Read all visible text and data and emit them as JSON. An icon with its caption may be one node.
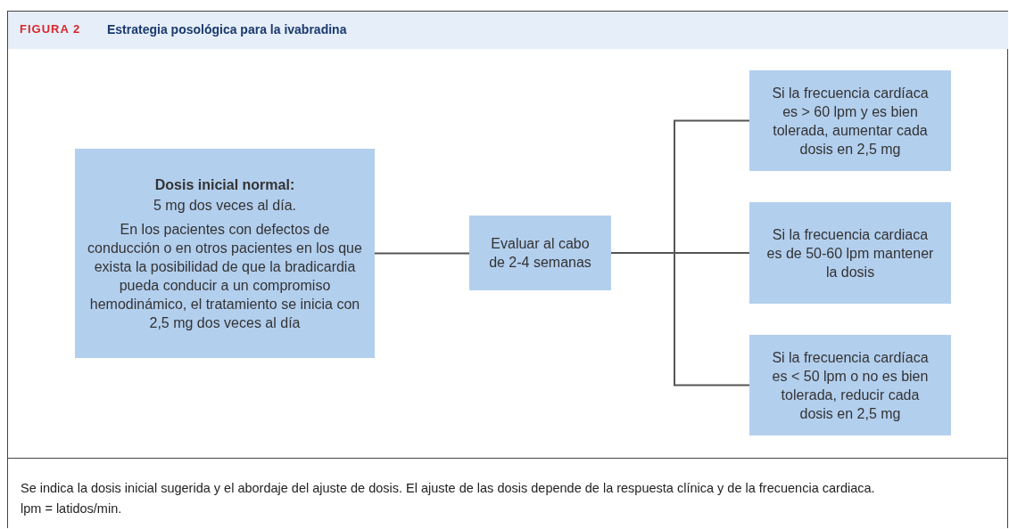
{
  "diagram": {
    "title": "Estrategia posológica para la ivabradina",
    "caption": "Se indica la dosis inicial sugerida y el abordaje del ajuste de dosis. El ajuste de las dosis depende de la respuesta clínica y de la frecuencia cardiaca.",
    "labels": [
      "FIGURA 2",
      "lpm = latidos/min."
    ],
    "nodes": [
      {
        "text": [
          "Dosis inicial normal:",
          "5 mg dos veces al día.",
          "En los pacientes con defectos de conducción o en otros pacientes en los que exista la posibilidad de que la bradicardia pueda conducir a un compromiso hemodinámico, el tratamiento se inicia con 2,5 mg dos veces al día"
        ]
      },
      {
        "text": [
          "Evaluar al cabo de 2-4 semanas"
        ]
      },
      {
        "text": [
          "Si la frecuencia cardíaca es > 60 lpm y es bien tolerada, aumentar cada dosis en 2,5 mg"
        ]
      },
      {
        "text": [
          "Si la frecuencia cardiaca es de 50-60 lpm mantener la dosis"
        ]
      },
      {
        "text": [
          "Si la frecuencia cardíaca es < 50 lpm o no es bien tolerada, reducir cada dosis en 2,5 mg"
        ]
      }
    ],
    "edges": [
      {
        "from": 0,
        "to": 1,
        "arrow": "none"
      },
      {
        "from": 1,
        "to": 2,
        "arrow": "none"
      },
      {
        "from": 1,
        "to": 3,
        "arrow": "none"
      },
      {
        "from": 1,
        "to": 4,
        "arrow": "none"
      }
    ]
  }
}
